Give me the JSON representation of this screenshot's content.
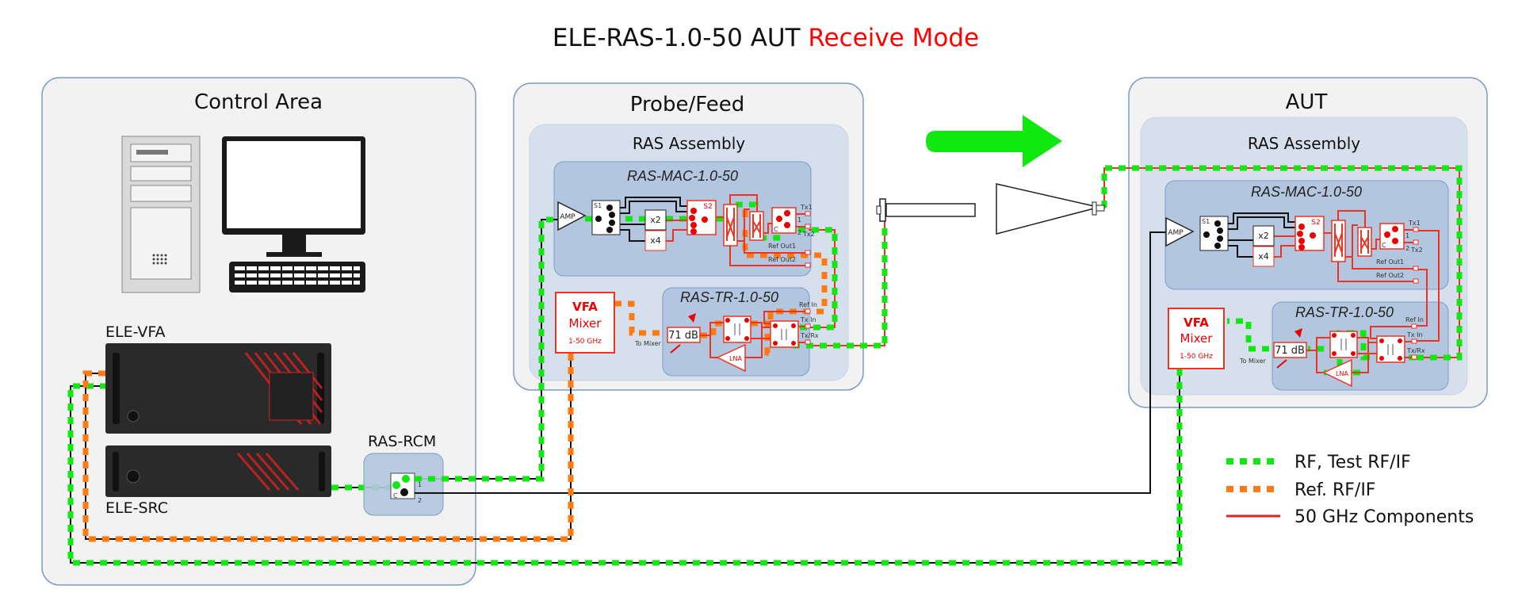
{
  "title": {
    "prefix": "ELE-RAS-1.0-50 AUT",
    "mode": "Receive Mode"
  },
  "control_area": {
    "title": "Control Area",
    "vfa_label": "ELE-VFA",
    "src_label": "ELE-SRC",
    "rcm_label": "RAS-RCM",
    "rcm_ports": {
      "c": "C",
      "p1": "1",
      "p2": "2"
    }
  },
  "probe": {
    "title": "Probe/Feed",
    "assembly": "RAS Assembly",
    "mac": "RAS-MAC-1.0-50",
    "tr": "RAS-TR-1.0-50",
    "mixer": {
      "line1": "VFA",
      "line2": "Mixer",
      "range": "1-50 GHz"
    },
    "to_mixer": "To Mixer"
  },
  "aut": {
    "title": "AUT",
    "assembly": "RAS Assembly",
    "mac": "RAS-MAC-1.0-50",
    "tr": "RAS-TR-1.0-50",
    "mixer": {
      "line1": "VFA",
      "line2": "Mixer",
      "range": "1-50 GHz"
    },
    "to_mixer": "To Mixer"
  },
  "components": {
    "amp": "AMP",
    "s1": "S1",
    "s2": "S2",
    "x2": "x2",
    "x4": "x4",
    "c": "C",
    "p1": "1",
    "p2": "2",
    "tx1": "Tx1",
    "tx2": "Tx2",
    "ref_out1": "Ref Out1",
    "ref_out2": "Ref Out2",
    "ref_in": "Ref In",
    "tx_in": "Tx In",
    "txrx": "Tx/Rx",
    "atten": "71 dB",
    "lna": "LNA"
  },
  "legend": {
    "items": [
      {
        "label": "RF, Test RF/IF",
        "color": "#11e811",
        "style": "dotted"
      },
      {
        "label": "Ref. RF/IF",
        "color": "#ff7a10",
        "style": "dotted"
      },
      {
        "label": "50 GHz Components",
        "color": "#e32222",
        "style": "solid"
      }
    ]
  },
  "colors": {
    "mode": "#ff0000",
    "rf": "#11e811",
    "ref": "#ff7a10",
    "component": "#e32222",
    "arrow": "#11e811"
  }
}
